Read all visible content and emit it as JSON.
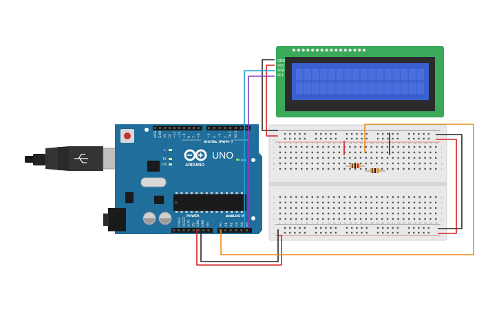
{
  "arduino": {
    "brand": "ARDUINO",
    "model": "UNO",
    "digital_header_label": "DIGITAL (PWM~)",
    "power_label": "POWER",
    "analog_label": "ANALOG IN",
    "led_labels": [
      "L",
      "TX",
      "RX"
    ],
    "on_label": "ON",
    "digital_pins": [
      "AREF",
      "GND",
      "13",
      "12",
      "~11",
      "~10",
      "~9",
      "8",
      "7",
      "~6",
      "~5",
      "4",
      "~3",
      "2",
      "TX 1",
      "RX 0"
    ],
    "power_pins": [
      "IOREF",
      "RESET",
      "3.3V",
      "5V",
      "GND",
      "GND",
      "Vin"
    ],
    "analog_pins": [
      "A0",
      "A1",
      "A2",
      "A3",
      "A4",
      "A5"
    ],
    "board_color": "#1f6e9b",
    "logo_color": "#ffffff"
  },
  "lcd": {
    "pins": [
      "GND",
      "VCC",
      "SDA",
      "SCL"
    ],
    "pcb_color": "#3aaa5a",
    "screen_color": "#3a5fd0"
  },
  "breadboard": {
    "row_letters_top": [
      "j",
      "i",
      "h",
      "g",
      "f"
    ],
    "row_letters_bottom": [
      "e",
      "d",
      "c",
      "b",
      "a"
    ],
    "column_numbers": [
      "1",
      "2",
      "3",
      "4",
      "5",
      "6",
      "7",
      "8",
      "9",
      "10",
      "11",
      "12",
      "13",
      "14",
      "15",
      "16",
      "17",
      "18",
      "19",
      "20",
      "21",
      "22",
      "23",
      "24",
      "25",
      "26",
      "27",
      "28",
      "29",
      "30"
    ],
    "rail_minus": "−",
    "rail_plus": "+"
  },
  "wire_colors": {
    "power": "#d42020",
    "ground": "#222222",
    "sda": "#1aa0d8",
    "scl": "#8a3ec4",
    "signal": "#f08a18"
  }
}
